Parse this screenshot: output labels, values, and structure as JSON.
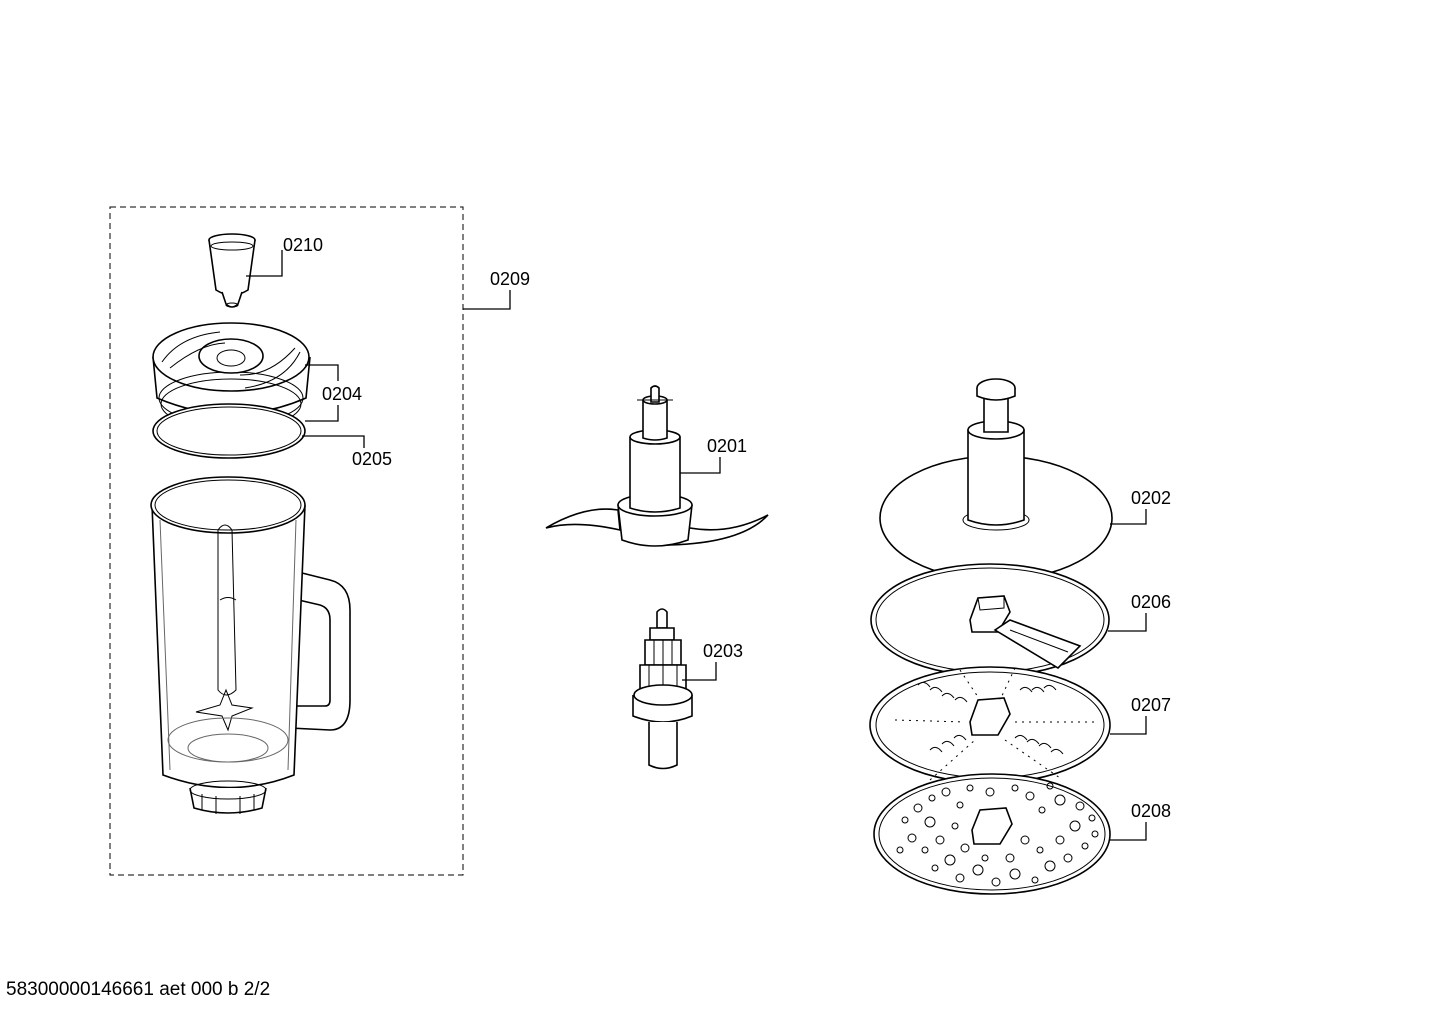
{
  "parts": {
    "p0210": "0210",
    "p0209": "0209",
    "p0204": "0204",
    "p0205": "0205",
    "p0201": "0201",
    "p0203": "0203",
    "p0202": "0202",
    "p0206": "0206",
    "p0207": "0207",
    "p0208": "0208"
  },
  "footer": {
    "doc_id": "58300000146661 aet 000 b 2/2"
  }
}
